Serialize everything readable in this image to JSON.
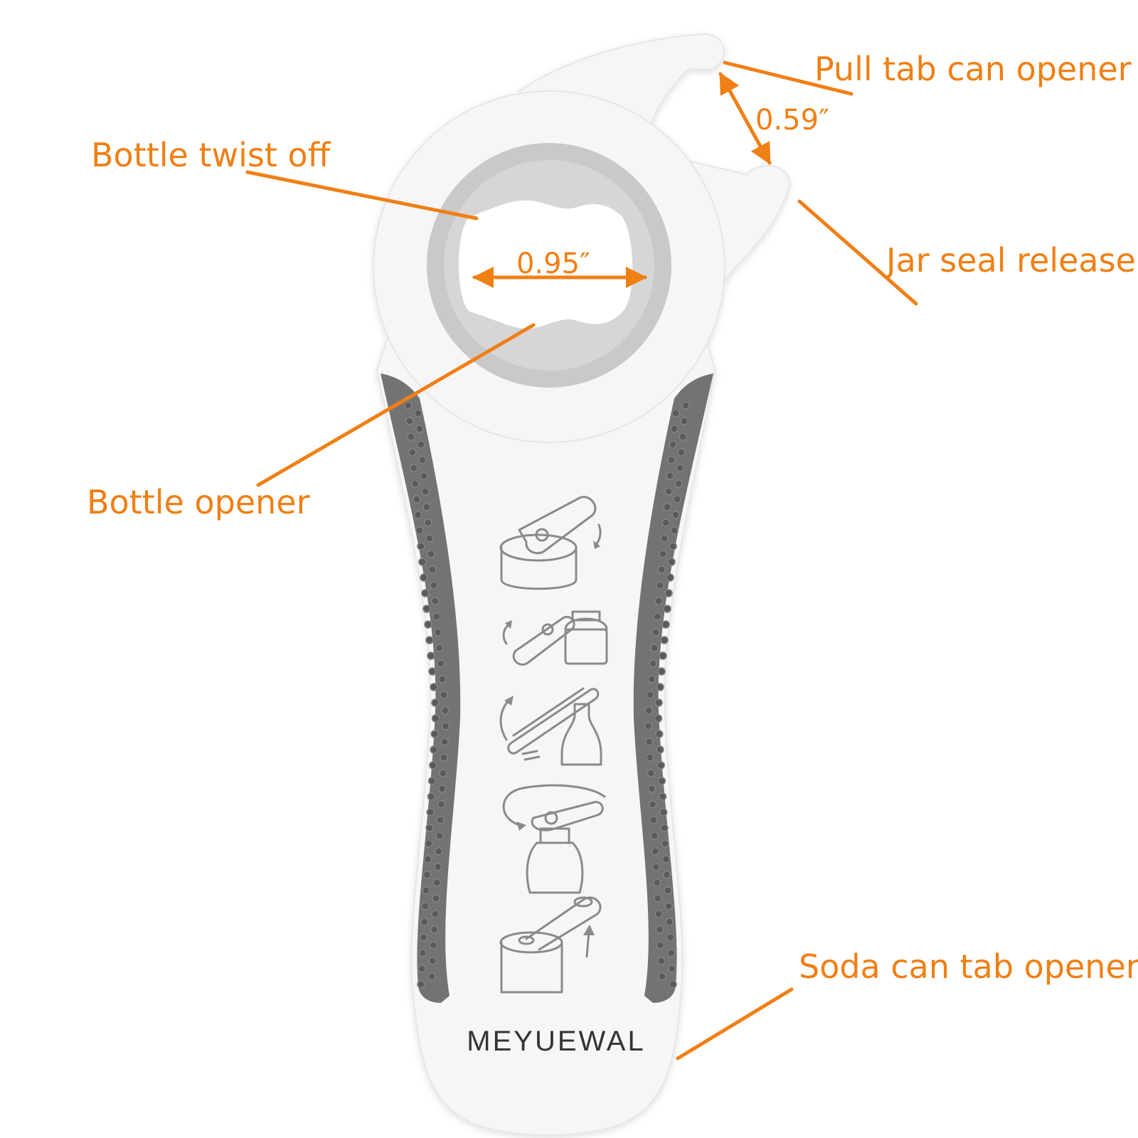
{
  "brand": "MEYUEWAL",
  "labels": {
    "pull_tab": "Pull tab can opener",
    "bottle_twist": "Bottle twist off",
    "jar_seal": "Jar seal release",
    "bottle_opener": "Bottle opener",
    "soda_tab": "Soda can tab opener"
  },
  "dimensions": {
    "bottle_hole": "0.95″",
    "tab_gap": "0.59″"
  },
  "colors": {
    "accent": "#f07f14",
    "body": "#f6f6f8",
    "grip": "#737373",
    "ring": "#c9c9c9"
  },
  "icons": [
    "tin-can-open-icon",
    "jar-lid-icon",
    "bottle-cap-icon",
    "twist-cap-icon",
    "soda-can-icon"
  ]
}
